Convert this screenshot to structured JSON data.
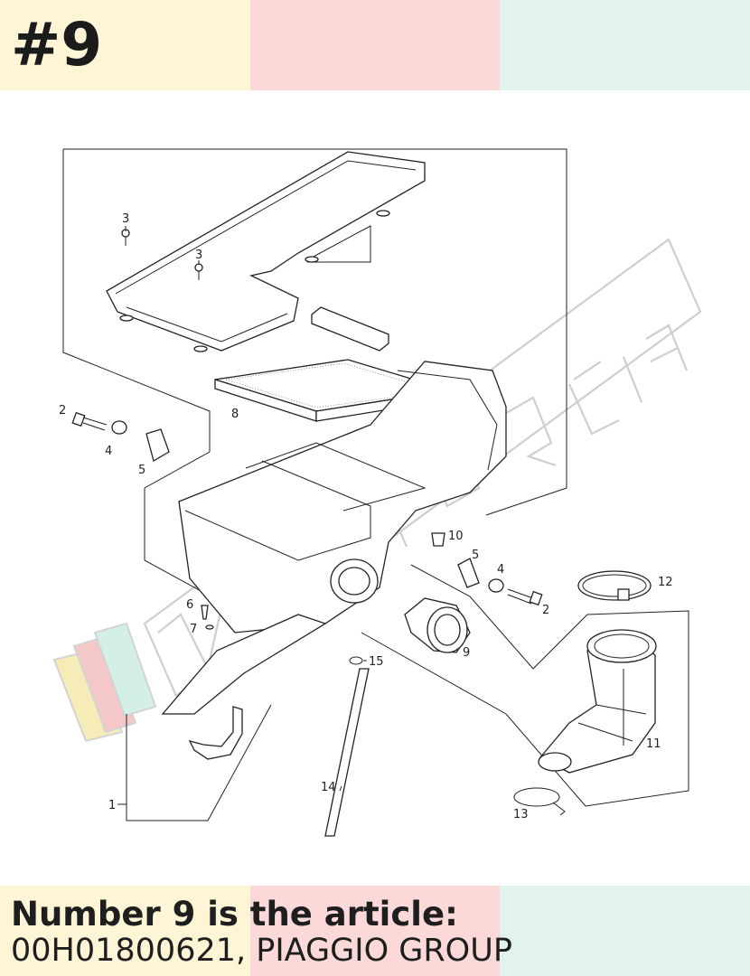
{
  "badge": "#9",
  "caption": {
    "line1": "Number 9 is the article:",
    "line2": "00H01800621, PIAGGIO GROUP"
  },
  "diagram": {
    "callouts": [
      {
        "id": "c1",
        "text": "1"
      },
      {
        "id": "c2a",
        "text": "2"
      },
      {
        "id": "c2b",
        "text": "2"
      },
      {
        "id": "c3a",
        "text": "3"
      },
      {
        "id": "c3b",
        "text": "3"
      },
      {
        "id": "c4a",
        "text": "4"
      },
      {
        "id": "c4b",
        "text": "4"
      },
      {
        "id": "c5a",
        "text": "5"
      },
      {
        "id": "c5b",
        "text": "5"
      },
      {
        "id": "c6",
        "text": "6"
      },
      {
        "id": "c7",
        "text": "7"
      },
      {
        "id": "c8",
        "text": "8"
      },
      {
        "id": "c9",
        "text": "9"
      },
      {
        "id": "c10",
        "text": "10"
      },
      {
        "id": "c11",
        "text": "11"
      },
      {
        "id": "c12",
        "text": "12"
      },
      {
        "id": "c13",
        "text": "13"
      },
      {
        "id": "c14",
        "text": "14"
      },
      {
        "id": "c15",
        "text": "15"
      }
    ]
  },
  "colors": {
    "band_yellow": "#fdf5d6",
    "band_pink": "#fbd9d8",
    "band_mint": "#e2f3ee",
    "text": "#1e1e1e"
  }
}
